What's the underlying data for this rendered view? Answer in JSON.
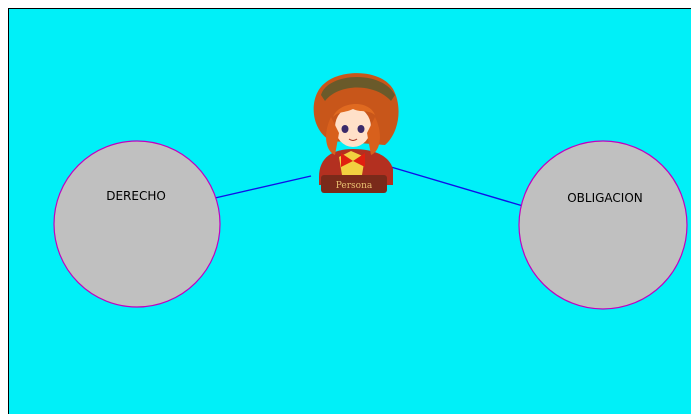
{
  "canvas": {
    "background": "#00f0f8"
  },
  "edge_color": "#1010e8",
  "node_fill": "#c0c0c0",
  "node_stroke": "#c000c0",
  "center": {
    "icon": "anime-girl-mascot-icon",
    "caption": "Persona"
  },
  "nodes": [
    {
      "id": "derecho",
      "label": "DERECHO"
    },
    {
      "id": "obligacion",
      "label": "OBLIGACION"
    }
  ]
}
